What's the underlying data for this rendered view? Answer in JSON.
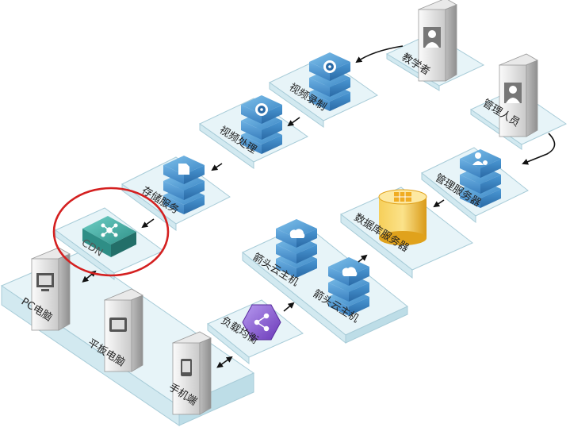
{
  "labels": {
    "teacher": "教学者",
    "admin_person": "管理人员",
    "video_record": "视频录制",
    "video_process": "视频处理",
    "storage": "存储服务",
    "admin_server": "管理服务器",
    "db_server": "数据库服务器",
    "cdn": "CDN",
    "cloud_host_1": "箭头云主机",
    "cloud_host_2": "箭头云主机",
    "pc": "PC电脑",
    "tablet": "平板电脑",
    "phone": "手机端",
    "load_balancer": "负载均衡"
  },
  "colors": {
    "server_blue": "#3d88c6",
    "cdn_teal": "#3aa39c",
    "db_gold": "#f1b92f",
    "lb_purple": "#7d4cc4",
    "highlight_red": "#d42020",
    "platform": "#e7f4f8"
  }
}
